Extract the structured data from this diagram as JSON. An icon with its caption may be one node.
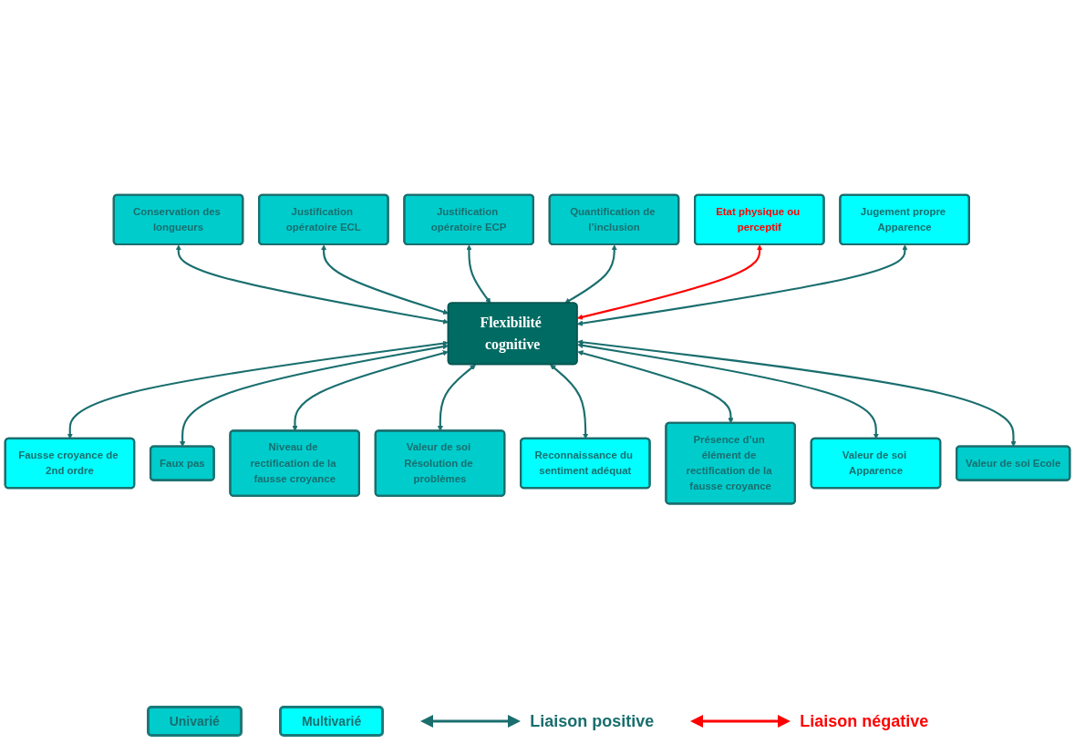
{
  "diagram": {
    "nodes": [
      {
        "text": [
          "Flexibilité cognitive"
        ]
      },
      {
        "text": [
          "Conservation des longueurs"
        ]
      },
      {
        "text": [
          "Justification opératoire ECL"
        ]
      },
      {
        "text": [
          "Justification opératoire ECP"
        ]
      },
      {
        "text": [
          "Quantification de l’inclusion"
        ]
      },
      {
        "text": [
          "Etat physique ou perceptif"
        ]
      },
      {
        "text": [
          "Jugement propre Apparence"
        ]
      },
      {
        "text": [
          "Fausse croyance de 2nd ordre"
        ]
      },
      {
        "text": [
          "Faux pas"
        ]
      },
      {
        "text": [
          "Niveau de rectification de la fausse croyance"
        ]
      },
      {
        "text": [
          "Valeur de soi Résolution de problèmes"
        ]
      },
      {
        "text": [
          "Reconnaissance du sentiment adéquat"
        ]
      },
      {
        "text": [
          "Présence d’un élément de rectification de la fausse croyance"
        ]
      },
      {
        "text": [
          "Valeur de soi Apparence"
        ]
      },
      {
        "text": [
          "Valeur de soi Ecole"
        ]
      }
    ],
    "edges": [
      {
        "from": 1,
        "to": 0,
        "arrow": "both"
      },
      {
        "from": 2,
        "to": 0,
        "arrow": "both"
      },
      {
        "from": 3,
        "to": 0,
        "arrow": "both"
      },
      {
        "from": 4,
        "to": 0,
        "arrow": "both"
      },
      {
        "from": 5,
        "to": 0,
        "arrow": "both",
        "color": "#ff0000"
      },
      {
        "from": 6,
        "to": 0,
        "arrow": "both"
      },
      {
        "from": 0,
        "to": 7,
        "arrow": "both"
      },
      {
        "from": 0,
        "to": 8,
        "arrow": "both"
      },
      {
        "from": 0,
        "to": 9,
        "arrow": "both"
      },
      {
        "from": 0,
        "to": 10,
        "arrow": "both"
      },
      {
        "from": 0,
        "to": 11,
        "arrow": "both"
      },
      {
        "from": 0,
        "to": 12,
        "arrow": "both"
      },
      {
        "from": 0,
        "to": 13,
        "arrow": "both"
      },
      {
        "from": 0,
        "to": 14,
        "arrow": "both"
      }
    ],
    "legend": [
      {
        "text": "Univarié",
        "color": "#00cccc"
      },
      {
        "text": "Multivarié",
        "color": "#00ffff"
      },
      {
        "text": "Liaison positive"
      },
      {
        "text": "Liaison négative"
      }
    ]
  }
}
